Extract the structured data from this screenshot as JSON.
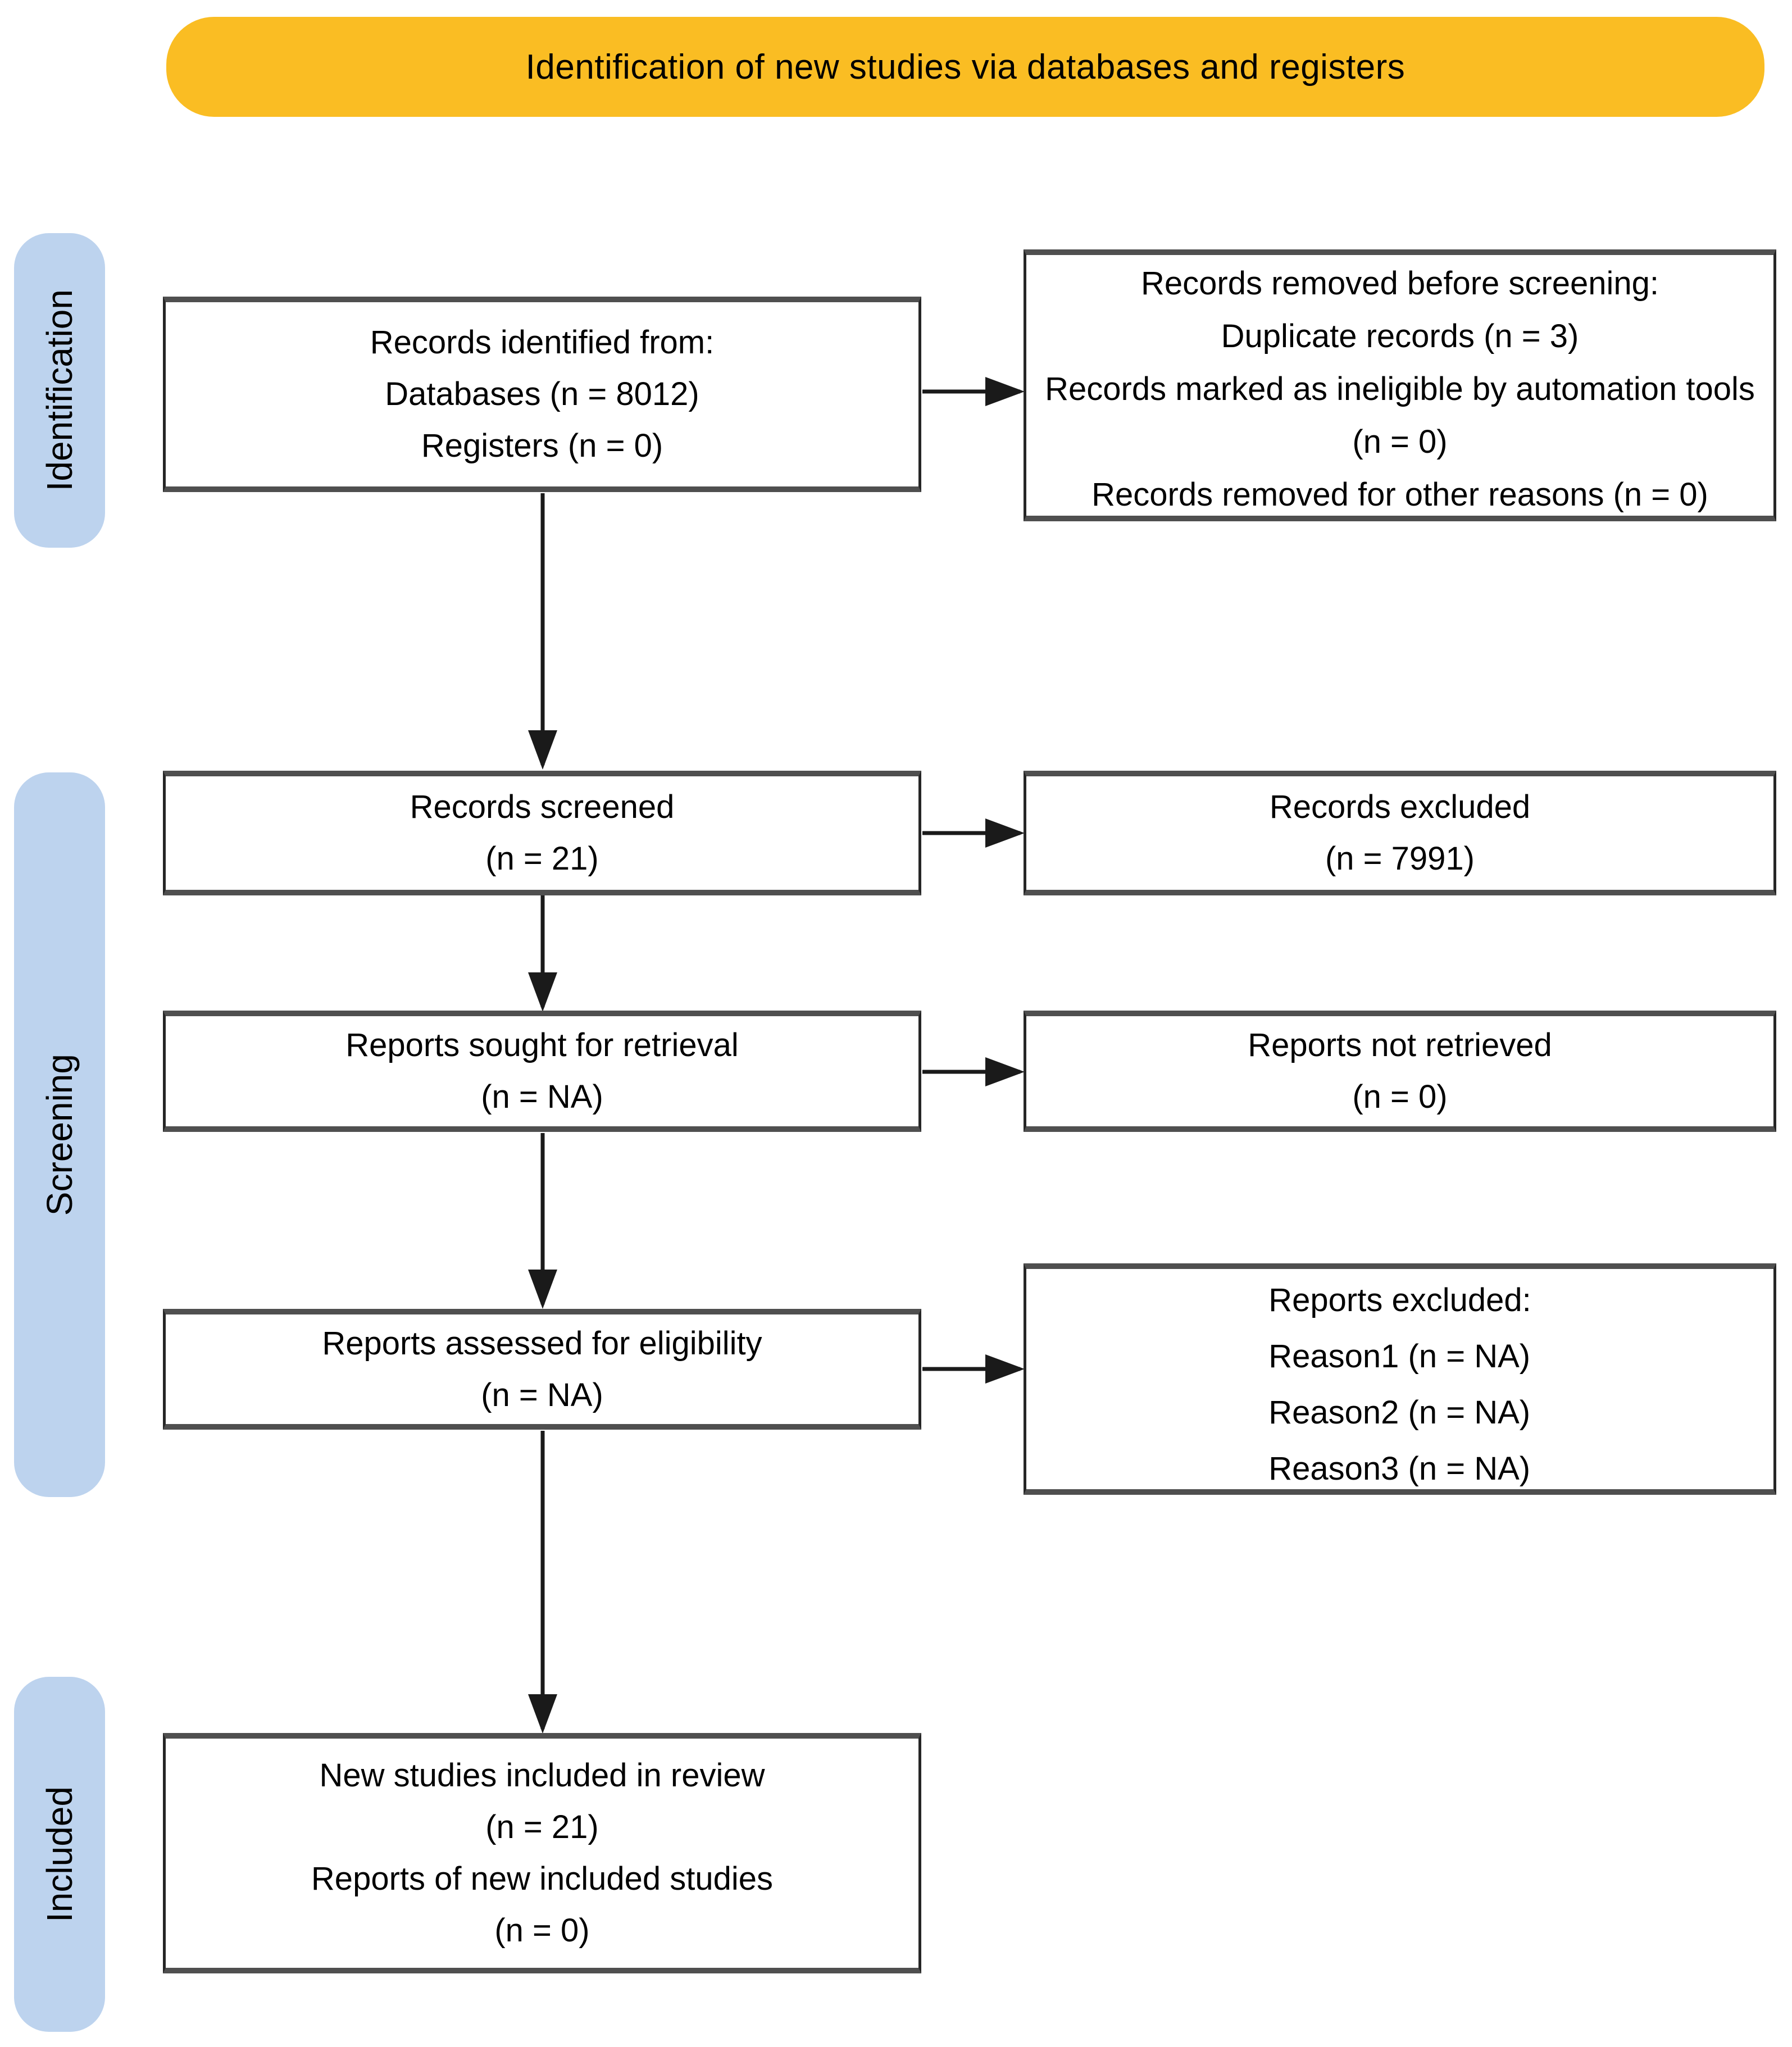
{
  "banner": {
    "label": "Identification of new studies via databases and registers"
  },
  "stages": {
    "identification": {
      "label": "Identification"
    },
    "screening": {
      "label": "Screening"
    },
    "included": {
      "label": "Included"
    }
  },
  "boxes": {
    "records_identified": {
      "lines": [
        "Records identified from:",
        "Databases (n = 8012)",
        "Registers (n = 0)"
      ]
    },
    "records_removed": {
      "lines": [
        "Records removed before screening:",
        "Duplicate records (n = 3)",
        "Records marked as ineligible by automation tools (n = 0)",
        "Records removed for other reasons (n = 0)"
      ]
    },
    "records_screened": {
      "lines": [
        "Records screened",
        "(n = 21)"
      ]
    },
    "records_excluded": {
      "lines": [
        "Records excluded",
        "(n = 7991)"
      ]
    },
    "reports_sought": {
      "lines": [
        "Reports sought for retrieval",
        "(n = NA)"
      ]
    },
    "reports_not_retrieved": {
      "lines": [
        "Reports not retrieved",
        "(n = 0)"
      ]
    },
    "reports_assessed": {
      "lines": [
        "Reports assessed for eligibility",
        "(n = NA)"
      ]
    },
    "reports_excluded": {
      "lines": [
        "Reports excluded:",
        "Reason1 (n = NA)",
        "Reason2 (n = NA)",
        "Reason3 (n = NA)"
      ]
    },
    "new_studies_included": {
      "lines": [
        "New studies included in review",
        "(n = 21)",
        "Reports of new included studies",
        "(n = 0)"
      ]
    }
  },
  "colors": {
    "banner_bg": "#FABD23",
    "stage_bg": "#BDD3EE",
    "box_border": "#4F4F4F",
    "arrow": "#1A1A1A",
    "text": "#000000"
  }
}
